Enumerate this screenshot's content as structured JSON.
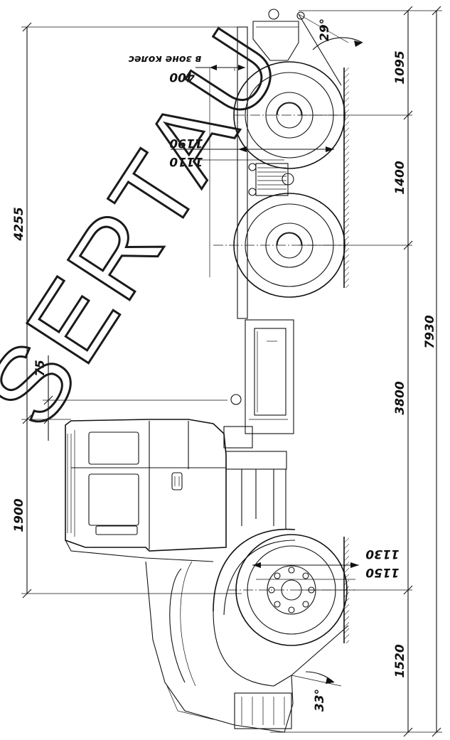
{
  "dimensions": {
    "overall_length": "7930",
    "rear_overhang_front": "1095",
    "rear_axle_spacing": "1400",
    "wheelbase": "3800",
    "front_overhang": "1520",
    "height_total": "4255",
    "cab_height": "1900",
    "offset_small": "75",
    "track_rear_1190": "1190",
    "track_rear_1110": "1110",
    "track_front_1150": "1150",
    "track_front_1130": "1130",
    "width_400": "400",
    "angle_rear": "29°",
    "angle_front": "33°"
  },
  "notes": {
    "wheel_zone": "в зоне колес"
  },
  "watermark": "SERTAU"
}
